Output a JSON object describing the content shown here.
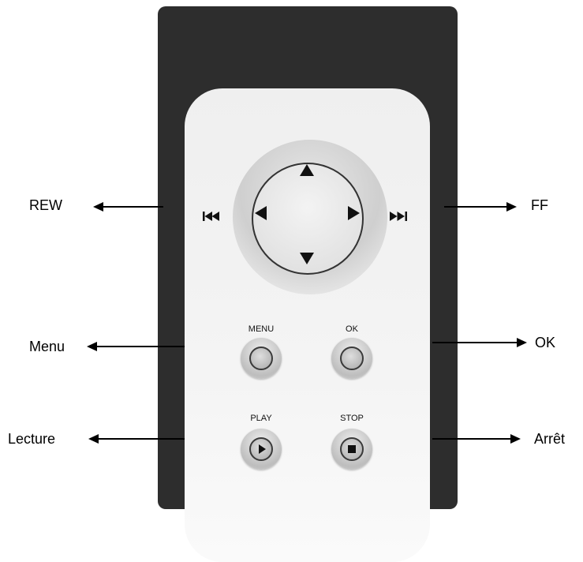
{
  "remote": {
    "buttons": {
      "menu_caption": "MENU",
      "ok_caption": "OK",
      "play_caption": "PLAY",
      "stop_caption": "STOP"
    }
  },
  "callouts": {
    "rew": "REW",
    "ff": "FF",
    "menu": "Menu",
    "ok": "OK",
    "lecture": "Lecture",
    "arret": "Arrêt"
  },
  "icons": {
    "nav_up": "triangle-up-icon",
    "nav_down": "triangle-down-icon",
    "nav_left": "triangle-left-icon",
    "nav_right": "triangle-right-icon",
    "rewind": "skip-back-icon",
    "fast_forward": "skip-forward-icon",
    "play": "play-icon",
    "stop": "stop-icon"
  },
  "colors": {
    "device_body": "#2d2d2d",
    "remote_face": "#f2f2f2",
    "text": "#000000"
  }
}
